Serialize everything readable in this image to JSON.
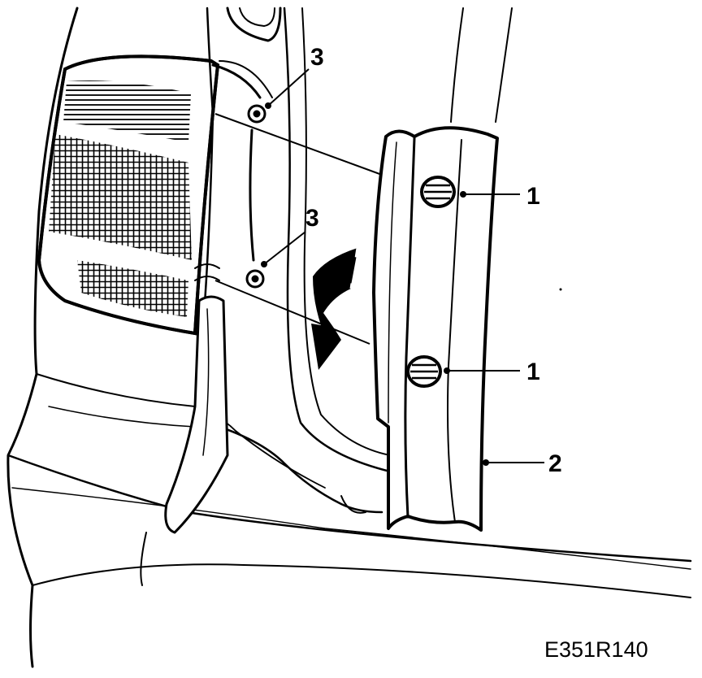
{
  "figure": {
    "code": "E351R140",
    "callouts": [
      {
        "id": "1a",
        "label": "1"
      },
      {
        "id": "1b",
        "label": "1"
      },
      {
        "id": "2",
        "label": "2"
      },
      {
        "id": "3a",
        "label": "3"
      },
      {
        "id": "3b",
        "label": "3"
      }
    ]
  },
  "colors": {
    "ink": "#000000",
    "paper": "#ffffff"
  }
}
